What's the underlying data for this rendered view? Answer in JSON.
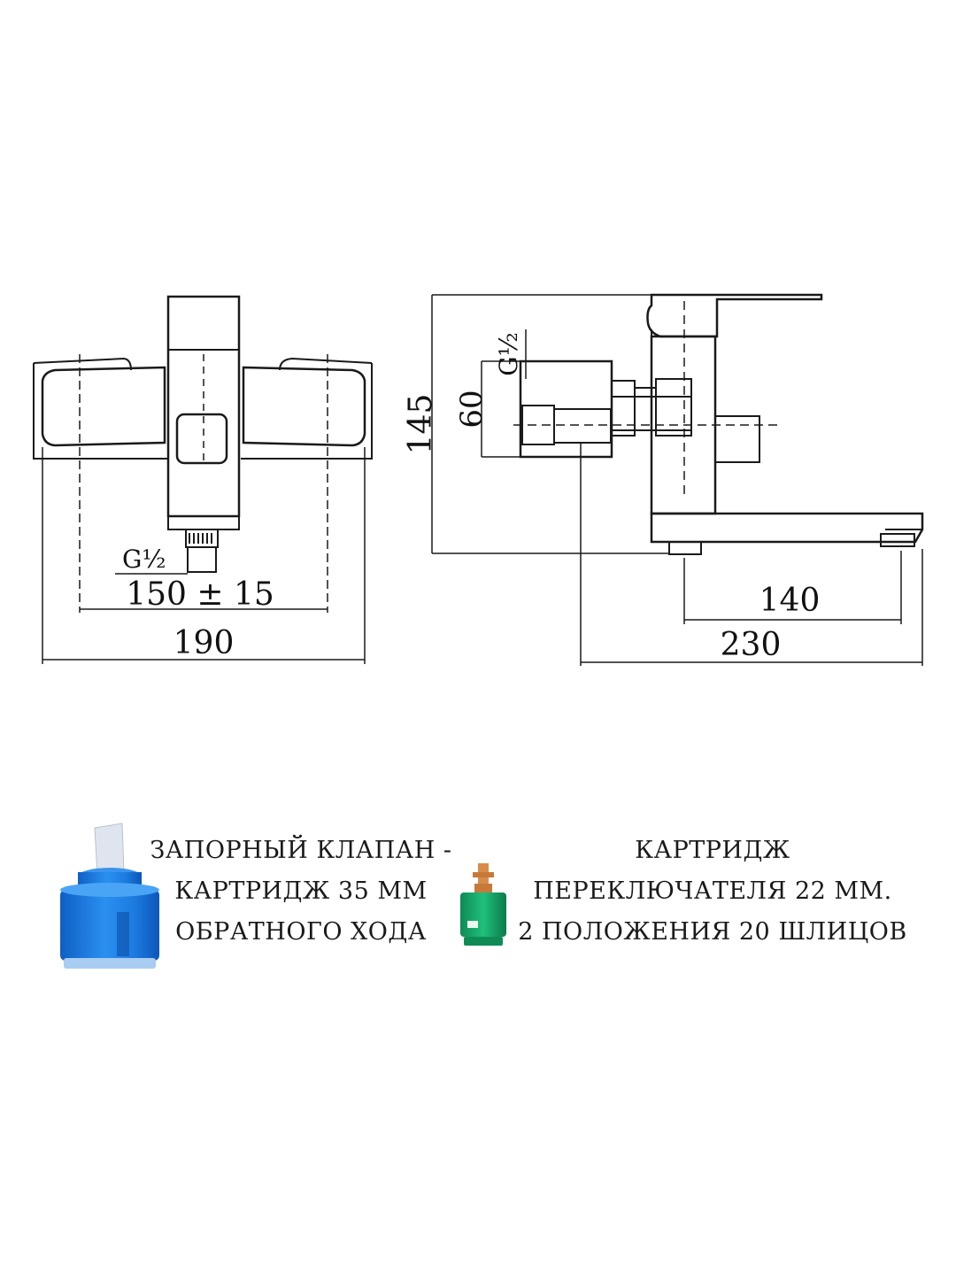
{
  "front_view": {
    "dim_overall_width": "190",
    "dim_inlet_spacing": "150 ± 15",
    "thread_label": "G½"
  },
  "side_view": {
    "dim_height": "145",
    "dim_inlet_height": "60",
    "thread_label": "G½",
    "dim_spout_length": "140",
    "dim_total_depth": "230"
  },
  "valve_cartridge": {
    "line1": "ЗАПОРНЫЙ КЛАПАН -",
    "line2": "КАРТРИДЖ 35 ММ",
    "line3": "ОБРАТНОГО ХОДА"
  },
  "switch_cartridge": {
    "line1": "КАРТРИДЖ",
    "line2": "ПЕРЕКЛЮЧАТЕЛЯ 22 ММ.",
    "line3": "2 ПОЛОЖЕНИЯ 20 ШЛИЦОВ"
  },
  "colors": {
    "line": "#1a1a1a",
    "valve_cartridge_blue": "#1e7fe0",
    "switch_cartridge_green": "#19a66a",
    "switch_cartridge_brass": "#d98c4a"
  }
}
